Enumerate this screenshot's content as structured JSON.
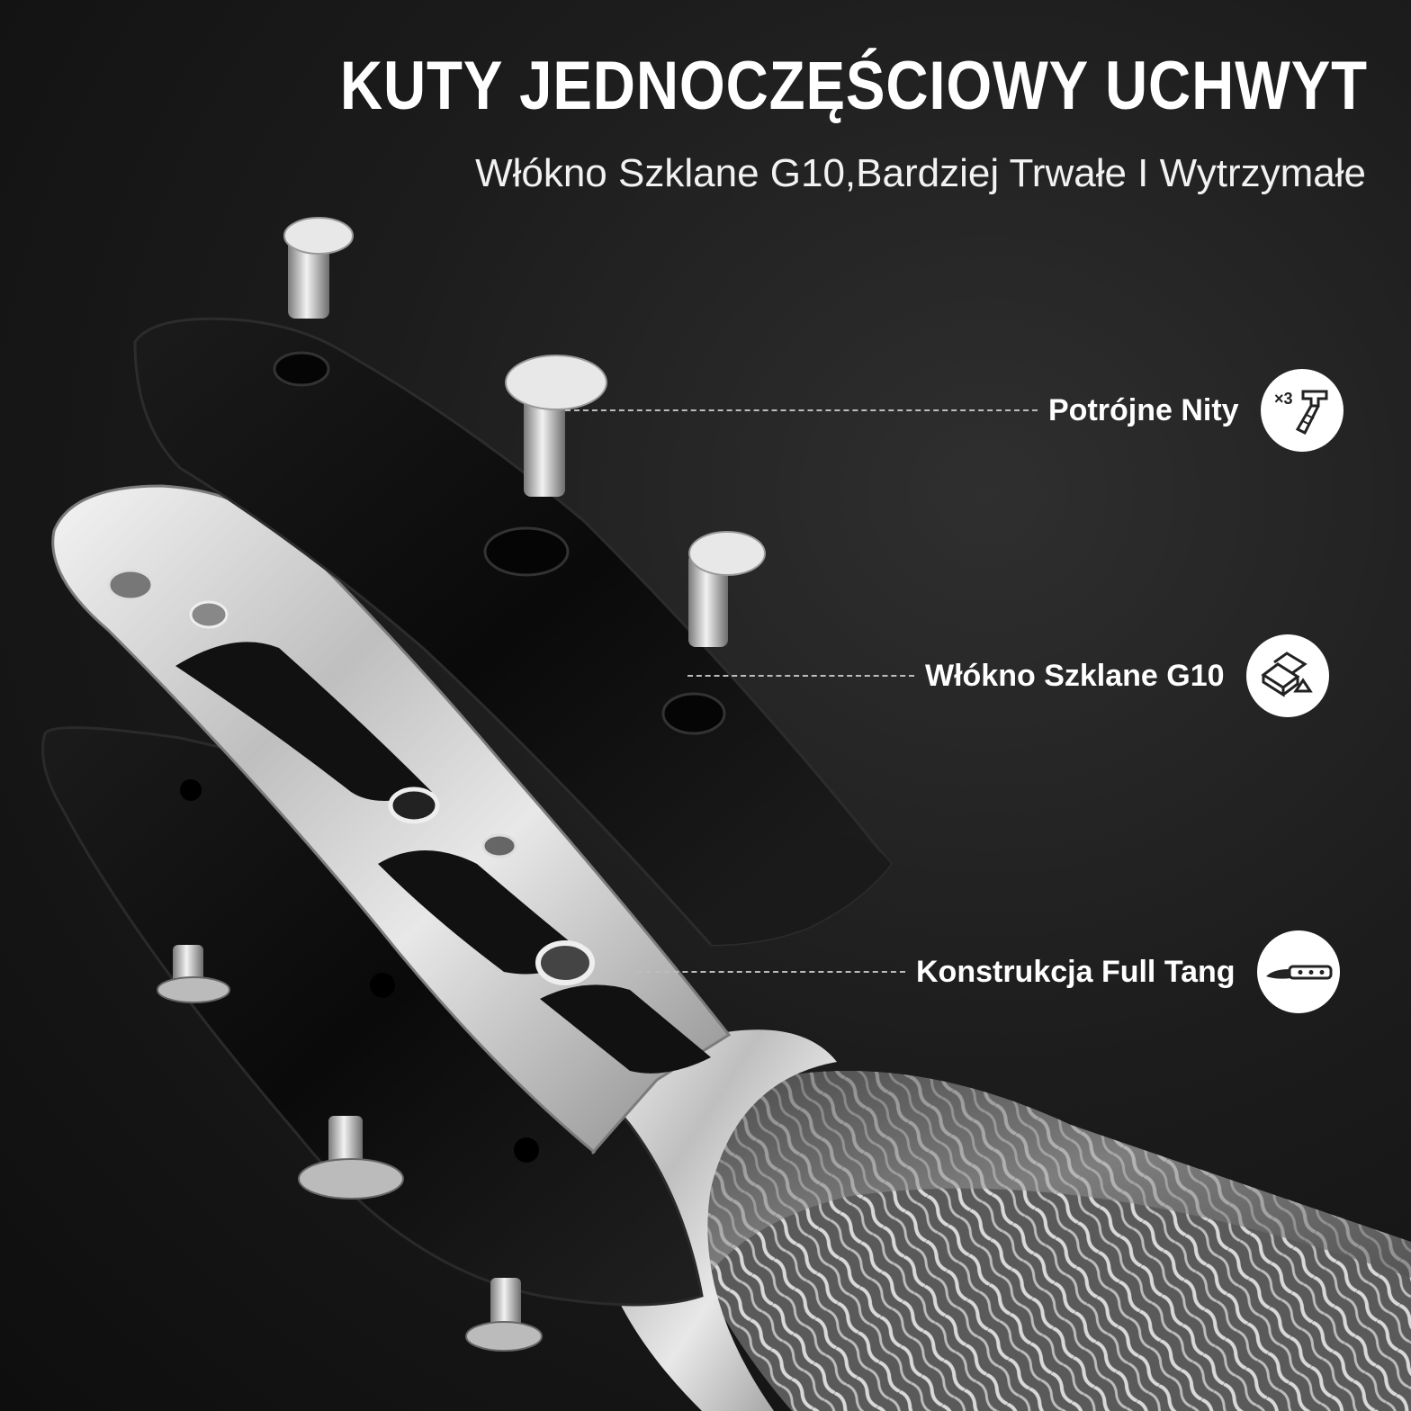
{
  "header": {
    "title": "KUTY JEDNOCZĘŚCIOWY UCHWYT",
    "subtitle": "Włókno Szklane G10,Bardziej Trwałe I Wytrzymałe"
  },
  "features": [
    {
      "label": "Potrójne Nity",
      "icon": "triple-rivet-icon",
      "icon_text": "×3"
    },
    {
      "label": "Włókno Szklane G10",
      "icon": "g10-material-icon"
    },
    {
      "label": "Konstrukcja Full Tang",
      "icon": "full-tang-knife-icon"
    }
  ],
  "colors": {
    "background": "#141414",
    "text": "#ffffff",
    "badge": "#ffffff",
    "steel": "#c9c9c9",
    "handle": "#0d0d0d"
  }
}
